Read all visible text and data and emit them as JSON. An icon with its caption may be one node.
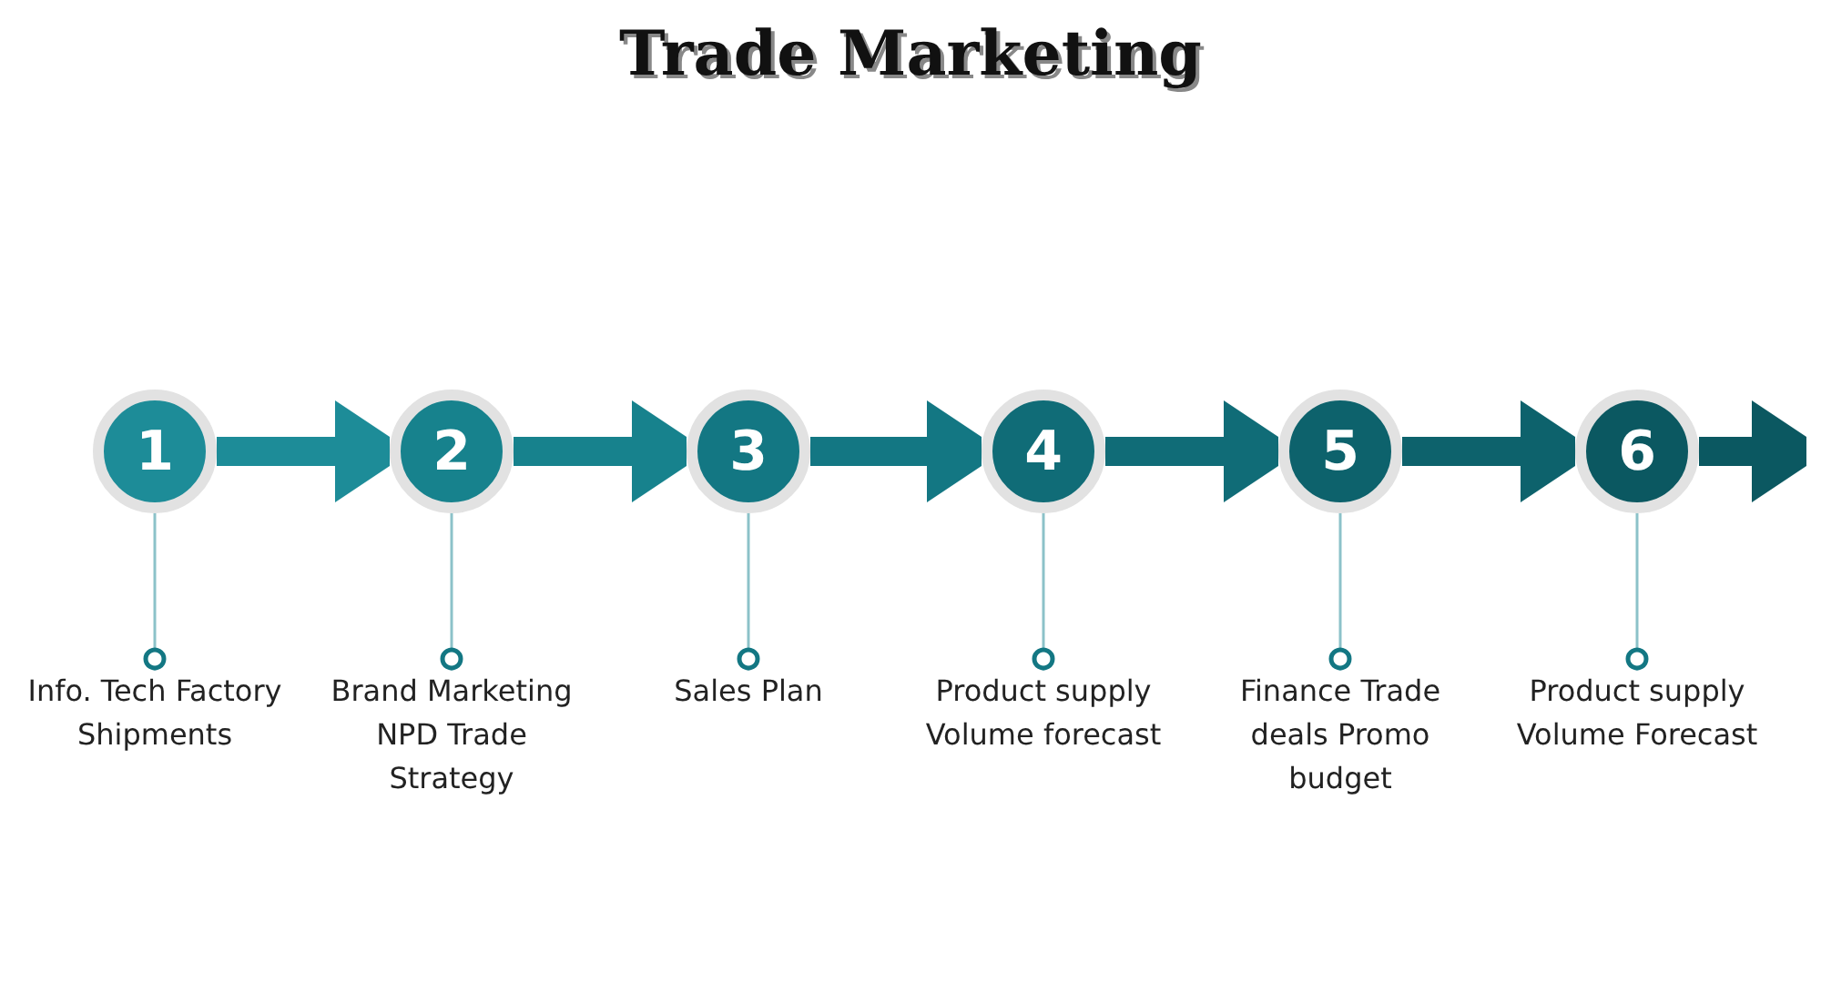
{
  "diagram": {
    "title": "Trade Marketing",
    "nodes": [
      {
        "text": [
          "1"
        ]
      },
      {
        "text": [
          "2"
        ]
      },
      {
        "text": [
          "3"
        ]
      },
      {
        "text": [
          "4"
        ]
      },
      {
        "text": [
          "5"
        ]
      },
      {
        "text": [
          "6"
        ]
      },
      {
        "text": [
          "Info. Tech Factory Shipments"
        ]
      },
      {
        "text": [
          "Brand Marketing NPD Trade Strategy"
        ]
      },
      {
        "text": [
          "Sales Plan"
        ]
      },
      {
        "text": [
          "Product supply Volume forecast"
        ]
      },
      {
        "text": [
          "Finance Trade deals Promo budget"
        ]
      },
      {
        "text": [
          "Product supply Volume Forecast"
        ]
      }
    ],
    "edges": [
      {
        "from": 0,
        "to": 1,
        "arrow": "to",
        "style": "thick",
        "color": "#1d8c98"
      },
      {
        "from": 1,
        "to": 2,
        "arrow": "to",
        "style": "thick",
        "color": "#17828d"
      },
      {
        "from": 2,
        "to": 3,
        "arrow": "to",
        "style": "thick",
        "color": "#137783"
      },
      {
        "from": 3,
        "to": 4,
        "arrow": "to",
        "style": "thick",
        "color": "#106c77"
      },
      {
        "from": 4,
        "to": 5,
        "arrow": "to",
        "style": "thick",
        "color": "#0d626c"
      },
      {
        "from": 5,
        "to": null,
        "arrow": "to",
        "style": "thick",
        "color": "#0b5861"
      },
      {
        "from": 0,
        "to": 6,
        "arrow": "other"
      },
      {
        "from": 1,
        "to": 7,
        "arrow": "other"
      },
      {
        "from": 2,
        "to": 8,
        "arrow": "other"
      },
      {
        "from": 3,
        "to": 9,
        "arrow": "other"
      },
      {
        "from": 4,
        "to": 10,
        "arrow": "other"
      },
      {
        "from": 5,
        "to": 11,
        "arrow": "other"
      }
    ]
  }
}
